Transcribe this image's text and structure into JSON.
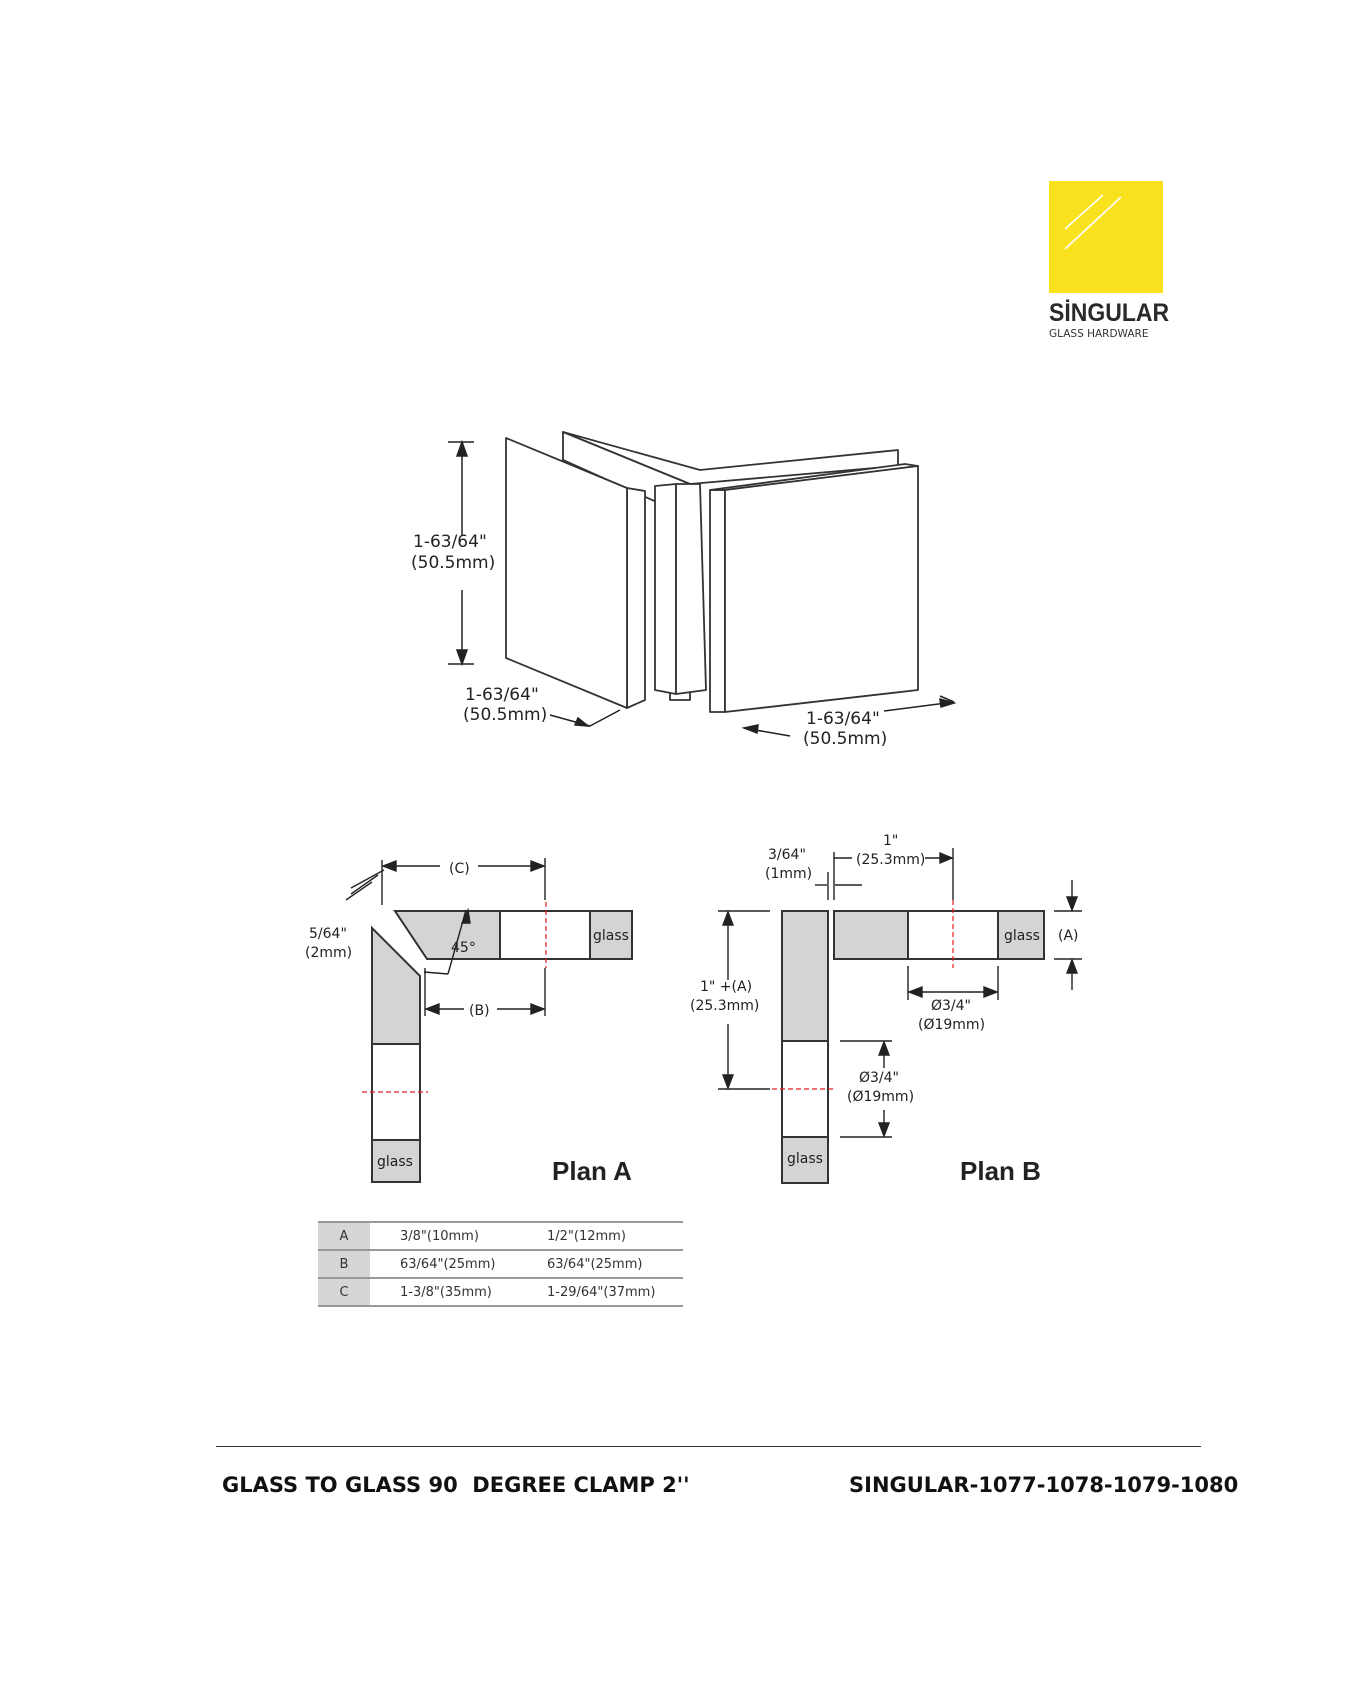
{
  "brand": {
    "name": "SİNGULAR",
    "tagline": "GLASS HARDWARE",
    "accent_color": "#f9e11e"
  },
  "iso_view": {
    "height_in": "1-63/64\"",
    "height_mm": "(50.5mm)",
    "left_width_in": "1-63/64\"",
    "left_width_mm": "(50.5mm)",
    "right_width_in": "1-63/64\"",
    "right_width_mm": "(50.5mm)"
  },
  "plan_a": {
    "title": "Plan A",
    "label_c": "(C)",
    "label_b": "(B)",
    "gap_in": "5/64\"",
    "gap_mm": "(2mm)",
    "angle": "45°",
    "glass_right": "glass",
    "glass_bottom": "glass"
  },
  "plan_b": {
    "title": "Plan B",
    "gap_in": "3/64\"",
    "gap_mm": "(1mm)",
    "width_in": "1\"",
    "width_mm": "(25.3mm)",
    "label_a": "(A)",
    "height_in": "1\" +(A)",
    "height_mm": "(25.3mm)",
    "hole_h_in": "Ø3/4\"",
    "hole_h_mm": "(Ø19mm)",
    "hole_v_in": "Ø3/4\"",
    "hole_v_mm": "(Ø19mm)",
    "glass_right": "glass",
    "glass_bottom": "glass"
  },
  "spec_table": [
    {
      "key": "A",
      "v1": "3/8\"(10mm)",
      "v2": "1/2\"(12mm)"
    },
    {
      "key": "B",
      "v1": "63/64\"(25mm)",
      "v2": "63/64\"(25mm)"
    },
    {
      "key": "C",
      "v1": "1-3/8\"(35mm)",
      "v2": "1-29/64\"(37mm)"
    }
  ],
  "footer": {
    "title": "GLASS TO GLASS 90  DEGREE CLAMP 2''",
    "code": "SINGULAR-1077-1078-1079-1080"
  }
}
